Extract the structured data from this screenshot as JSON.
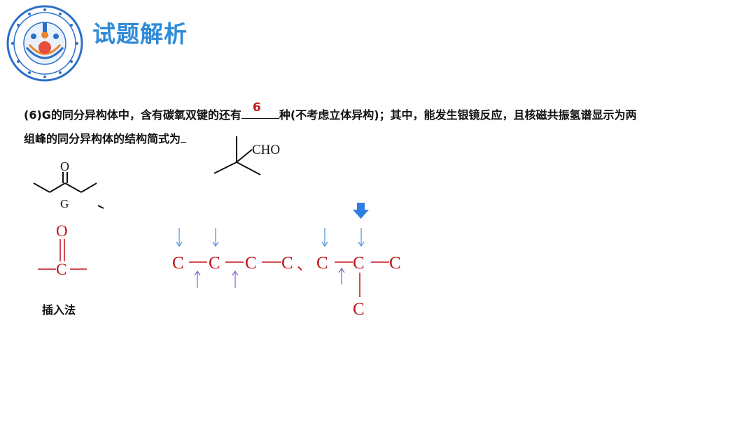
{
  "header": {
    "title": "试题解析",
    "logo_icon": "school-seal-icon"
  },
  "question": {
    "part1": "(6)G的同分异构体中，含有碳氧双键的还有",
    "answer": "6",
    "part2": "种(不考虑立体异构)；其中，能发生银镜反应，且核磁共振氢谱显示为两",
    "part3": "组峰的同分异构体的结构简式为"
  },
  "answer_structure": {
    "group_label": "CHO"
  },
  "molecule_g": {
    "atom": "O",
    "label": "G"
  },
  "carbonyl": {
    "top_atom": "O",
    "center_atom": "C"
  },
  "chains": {
    "chain1_atoms": [
      "C",
      "C",
      "C",
      "C"
    ],
    "separator": "、",
    "chain2_atoms": [
      "C",
      "C",
      "C"
    ],
    "chain2_branch": "C"
  },
  "method_label": "插入法",
  "colors": {
    "title": "#2f8ad8",
    "chem_red": "#c0141b",
    "arrow_blue": "#4a90d9",
    "arrow_purple": "#8a5cc8",
    "big_arrow": "#2f7fe0"
  }
}
